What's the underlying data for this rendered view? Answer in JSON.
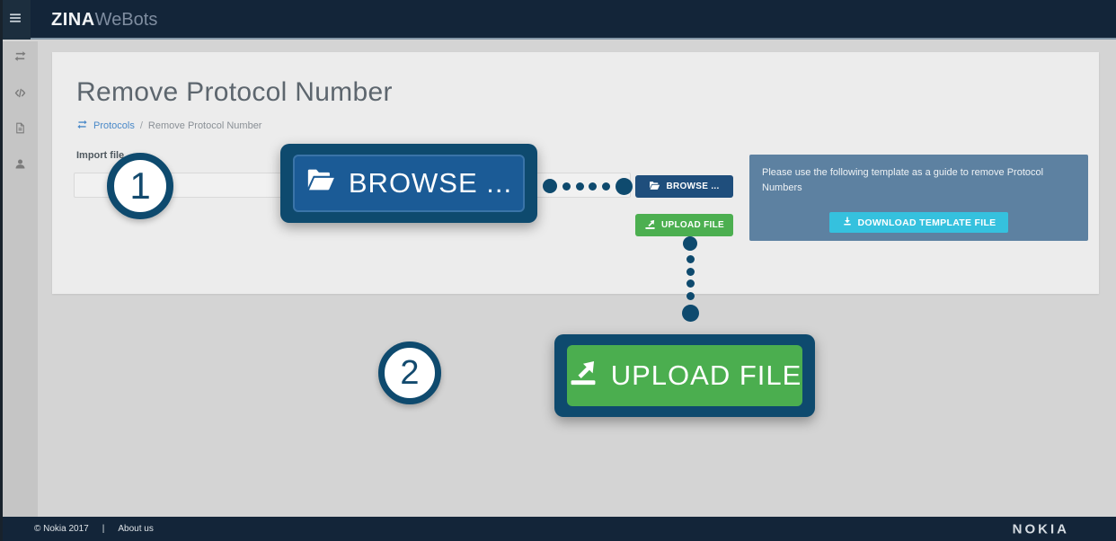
{
  "topbar": {
    "brand_primary": "ZINA",
    "brand_secondary": "WeBots",
    "menu_icon": "hamburger-icon"
  },
  "sidebar": {
    "items": [
      {
        "icon": "exchange-icon"
      },
      {
        "icon": "code-icon"
      },
      {
        "icon": "document-icon"
      },
      {
        "icon": "user-icon"
      }
    ]
  },
  "page": {
    "title": "Remove Protocol Number",
    "breadcrumb": {
      "icon": "exchange-icon",
      "link": "Protocols",
      "separator": "/",
      "current": "Remove Protocol Number"
    },
    "import_label": "Import file",
    "browse_button": "BROWSE ...",
    "browse_icon": "folder-open-icon",
    "upload_button": "UPLOAD FILE",
    "upload_icon": "upload-icon",
    "info_panel": {
      "text": "Please use the following template as a guide to remove Protocol Numbers",
      "download_button": "DOWNLOAD TEMPLATE FILE",
      "download_icon": "download-icon"
    }
  },
  "callouts": {
    "step1": {
      "number": "1",
      "button_label": "BROWSE ...",
      "icon": "folder-open-icon"
    },
    "step2": {
      "number": "2",
      "button_label": "UPLOAD FILE",
      "icon": "upload-icon"
    }
  },
  "footer": {
    "copyright": "© Nokia 2017",
    "separator": "|",
    "about": "About us",
    "logo": "NOKIA"
  },
  "colors": {
    "topbar_navy": "#132539",
    "annotation_navy": "#0e4a6e",
    "button_blue": "#1f4e7c",
    "button_blue_large": "#1b5b96",
    "button_green": "#4caf50",
    "button_cyan": "#35c1de",
    "info_panel_blue": "#5d81a1",
    "link_blue": "#4a89c8"
  }
}
